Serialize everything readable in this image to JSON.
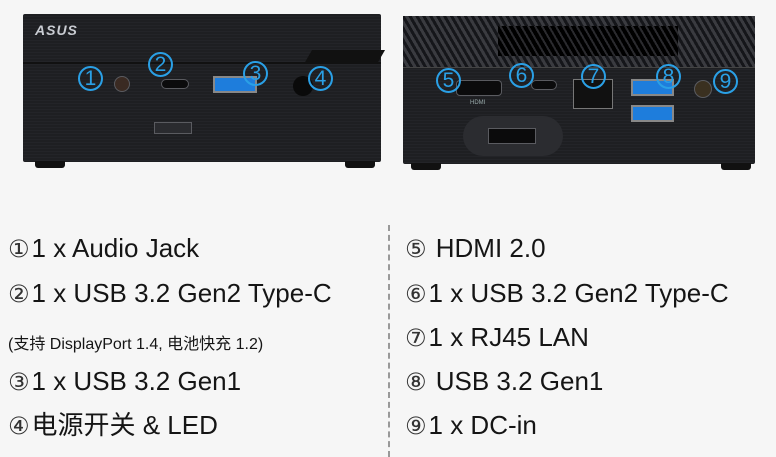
{
  "front": {
    "logo": "ASUS",
    "markers": [
      "1",
      "2",
      "3",
      "4"
    ]
  },
  "rear": {
    "markers": [
      "5",
      "6",
      "7",
      "8",
      "9"
    ],
    "hdmi_label": "HDMI"
  },
  "left_specs": [
    {
      "marker": "①",
      "text": "1 x Audio Jack"
    },
    {
      "marker": "②",
      "text": "1 x USB 3.2 Gen2 Type-C"
    },
    {
      "marker": "③",
      "text": "1 x USB 3.2 Gen1"
    },
    {
      "marker": "④",
      "text": "电源开关 & LED"
    }
  ],
  "left_note": "(支持 DisplayPort 1.4, 电池快充 1.2)",
  "right_specs": [
    {
      "marker": "⑤",
      "text": " HDMI 2.0"
    },
    {
      "marker": "⑥",
      "text": "1 x USB 3.2 Gen2 Type-C"
    },
    {
      "marker": "⑦",
      "text": "1 x RJ45 LAN"
    },
    {
      "marker": "⑧",
      "text": " USB 3.2 Gen1"
    },
    {
      "marker": "⑨",
      "text": "1 x DC-in"
    }
  ],
  "colors": {
    "marker": "#2aa0e6",
    "usb": "#1e7ddc",
    "chassis": "#1e1f22"
  }
}
